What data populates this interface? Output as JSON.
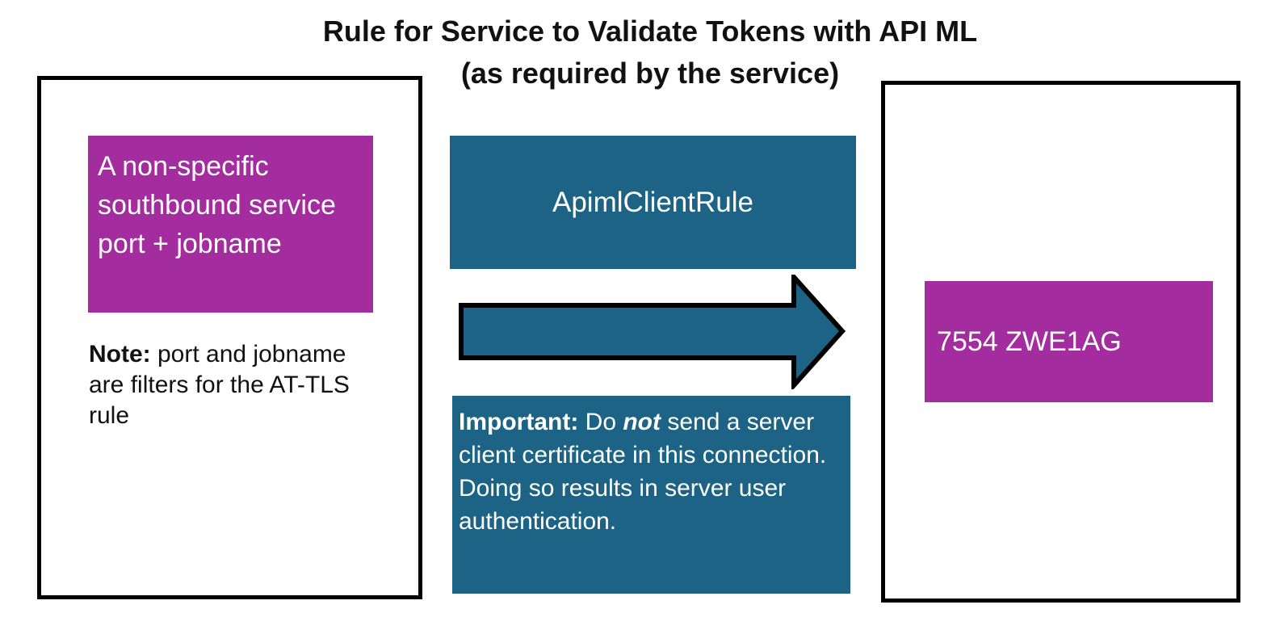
{
  "title": {
    "line1": "Rule for Service to Validate Tokens with API ML",
    "line2": "(as required by the service)"
  },
  "colors": {
    "magenta": "#A32C9E",
    "teal": "#1C6386",
    "box_border": "#000000",
    "title_text": "#111111",
    "light_text": "#FFFFFF"
  },
  "left_panel": {
    "service_box_label": "A non-specific southbound service port + jobname",
    "note_prefix": "Note:",
    "note_text": " port and jobname are filters for the AT-TLS rule"
  },
  "middle": {
    "rule_name": "ApimlClientRule",
    "arrow_icon": "right-arrow",
    "important_prefix": "Important:",
    "important_before_not": " Do ",
    "important_not": "not",
    "important_after_not": " send a server client certificate in this connection. Doing so results in server user authentication."
  },
  "right_panel": {
    "target_label": "7554 ZWE1AG"
  }
}
